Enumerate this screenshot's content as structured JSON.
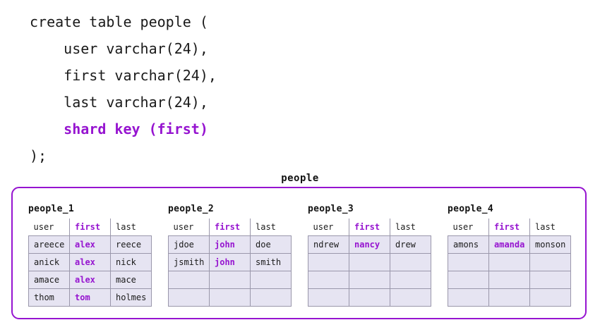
{
  "code": {
    "lines": [
      {
        "text": "create table people (",
        "accent": false
      },
      {
        "text": "    user varchar(24),",
        "accent": false
      },
      {
        "text": "    first varchar(24),",
        "accent": false
      },
      {
        "text": "    last varchar(24),",
        "accent": false
      },
      {
        "text": "    shard key (first)",
        "accent": true
      },
      {
        "text": ");",
        "accent": false
      }
    ]
  },
  "diagram": {
    "title": "people",
    "accent_color": "#9614d0",
    "cell_fill": "#e6e4f2",
    "cell_border": "#9a97ab",
    "columns": [
      "user",
      "first",
      "last"
    ],
    "shard_key_column": "first",
    "rows_per_shard": 4,
    "shards": [
      {
        "name": "people_1",
        "rows": [
          {
            "user": "areece",
            "first": "alex",
            "last": "reece"
          },
          {
            "user": "anick",
            "first": "alex",
            "last": "nick"
          },
          {
            "user": "amace",
            "first": "alex",
            "last": "mace"
          },
          {
            "user": "thom",
            "first": "tom",
            "last": "holmes"
          }
        ]
      },
      {
        "name": "people_2",
        "rows": [
          {
            "user": "jdoe",
            "first": "john",
            "last": "doe"
          },
          {
            "user": "jsmith",
            "first": "john",
            "last": "smith"
          },
          {
            "user": "",
            "first": "",
            "last": ""
          },
          {
            "user": "",
            "first": "",
            "last": ""
          }
        ]
      },
      {
        "name": "people_3",
        "rows": [
          {
            "user": "ndrew",
            "first": "nancy",
            "last": "drew"
          },
          {
            "user": "",
            "first": "",
            "last": ""
          },
          {
            "user": "",
            "first": "",
            "last": ""
          },
          {
            "user": "",
            "first": "",
            "last": ""
          }
        ]
      },
      {
        "name": "people_4",
        "rows": [
          {
            "user": "amons",
            "first": "amanda",
            "last": "monson"
          },
          {
            "user": "",
            "first": "",
            "last": ""
          },
          {
            "user": "",
            "first": "",
            "last": ""
          },
          {
            "user": "",
            "first": "",
            "last": ""
          }
        ]
      }
    ]
  }
}
